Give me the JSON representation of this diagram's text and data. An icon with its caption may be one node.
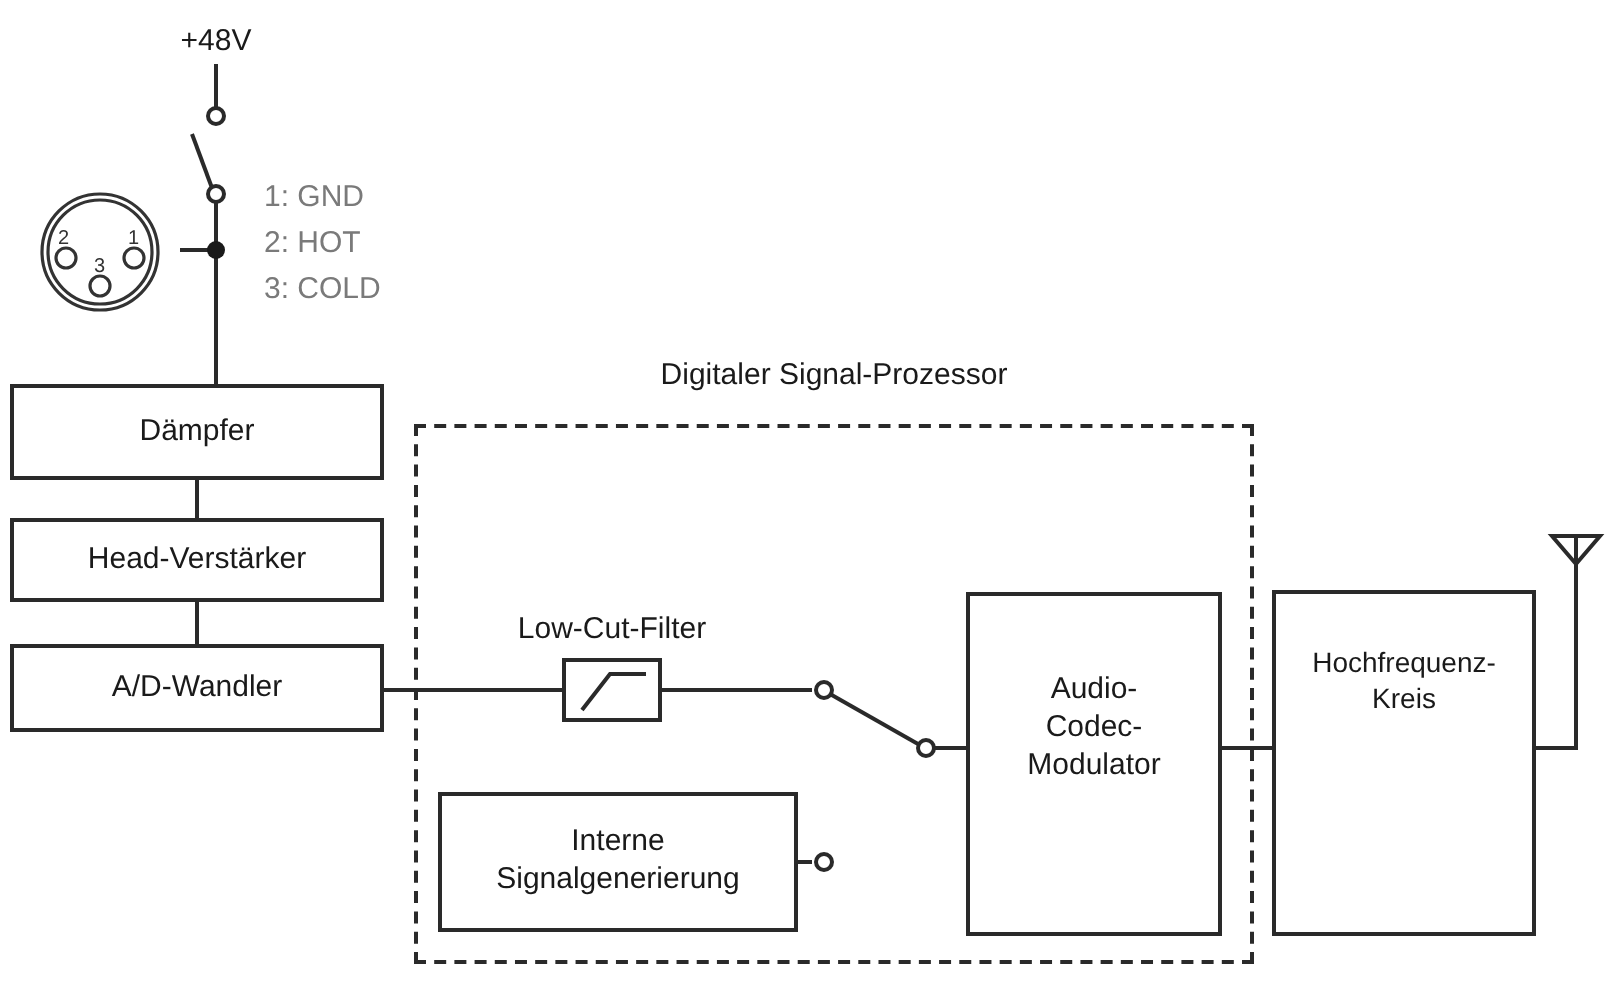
{
  "diagram": {
    "nodes": [
      {
        "text": [
          "+48V"
        ]
      },
      {
        "text": [],
        "shape": "switch"
      },
      {
        "text": [],
        "shape": "picture"
      },
      {
        "text": [
          "Digitaler Signal-Prozessor"
        ]
      },
      {
        "text": [
          "Dämpfer"
        ]
      },
      {
        "text": [
          "Head-Verstärker"
        ]
      },
      {
        "text": [
          "A/D-Wandler"
        ]
      },
      {
        "text": [
          "Low-Cut-Filter"
        ],
        "in": 3
      },
      {
        "text": [],
        "shape": "switch",
        "in": 3
      },
      {
        "text": [
          "Interne Signalgenerierung"
        ],
        "in": 3
      },
      {
        "text": [
          "Audio-Codec-Modulator"
        ],
        "in": 3
      },
      {
        "text": [
          "Hochfrequenz-Kreis"
        ]
      },
      {
        "text": [],
        "shape": "antenna"
      }
    ],
    "edges": [
      {
        "from": 0,
        "to": 1,
        "arrow": "none"
      },
      {
        "from": 1,
        "to": 4,
        "arrow": "none"
      },
      {
        "from": 2,
        "to": 4,
        "arrow": "none"
      },
      {
        "from": 4,
        "to": 5,
        "arrow": "none"
      },
      {
        "from": 5,
        "to": 6,
        "arrow": "none"
      },
      {
        "from": 6,
        "to": 7,
        "arrow": "none"
      },
      {
        "from": 7,
        "to": 8,
        "arrow": "none"
      },
      {
        "from": 9,
        "to": 8,
        "arrow": "none"
      },
      {
        "from": 8,
        "to": 10,
        "arrow": "none"
      },
      {
        "from": 10,
        "to": 11,
        "arrow": "none"
      },
      {
        "from": 11,
        "to": 12,
        "arrow": "none"
      }
    ],
    "labels": [
      "2",
      "1",
      "3",
      "1: GND",
      "2: HOT",
      "3: COLD"
    ]
  }
}
